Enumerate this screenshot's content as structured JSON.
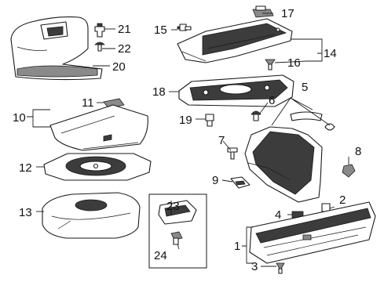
{
  "diagram": {
    "callouts": {
      "c1": "1",
      "c2": "2",
      "c3": "3",
      "c4": "4",
      "c5": "5",
      "c6": "6",
      "c7": "7",
      "c8": "8",
      "c9": "9",
      "c10": "10",
      "c11": "11",
      "c12": "12",
      "c13": "13",
      "c14": "14",
      "c15": "15",
      "c16": "16",
      "c17": "17",
      "c18": "18",
      "c19": "19",
      "c20": "20",
      "c21": "21",
      "c22": "22",
      "c23": "23",
      "c24": "24"
    },
    "colors": {
      "line": "#1a1a1a",
      "dark_fill": "#3c3c3c",
      "background": "#ffffff"
    }
  }
}
